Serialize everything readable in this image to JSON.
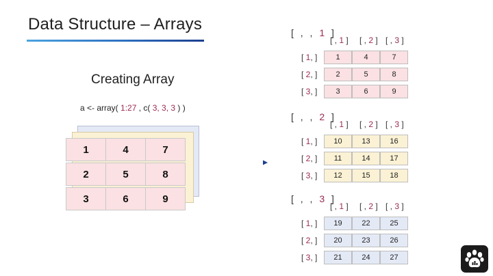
{
  "title": "Data Structure – Arrays",
  "subtitle": "Creating Array",
  "code": {
    "prefix": "a <- array( ",
    "range": "1:27",
    "mid": " , c( ",
    "dims": "3, 3, 3",
    "suffix": " ) )"
  },
  "front_matrix": [
    [
      "1",
      "4",
      "7"
    ],
    [
      "2",
      "5",
      "8"
    ],
    [
      "3",
      "6",
      "9"
    ]
  ],
  "col_headers": [
    {
      "open": "[ , ",
      "n": "1",
      "close": " ]"
    },
    {
      "open": "[ , ",
      "n": "2",
      "close": " ]"
    },
    {
      "open": "[ , ",
      "n": "3",
      "close": " ]"
    }
  ],
  "row_headers": [
    {
      "open": "[ ",
      "n": "1",
      "close": ", ]"
    },
    {
      "open": "[ ",
      "n": "2",
      "close": ", ]"
    },
    {
      "open": "[ ",
      "n": "3",
      "close": ", ]"
    }
  ],
  "slices": [
    {
      "label_open": "[ ,  , ",
      "label_n": "1",
      "label_close": " ]",
      "color": "#fbe1e3",
      "rows": [
        [
          "1",
          "4",
          "7"
        ],
        [
          "2",
          "5",
          "8"
        ],
        [
          "3",
          "6",
          "9"
        ]
      ]
    },
    {
      "label_open": "[ ,  , ",
      "label_n": "2",
      "label_close": " ]",
      "color": "#fbf1d4",
      "rows": [
        [
          "10",
          "13",
          "16"
        ],
        [
          "11",
          "14",
          "17"
        ],
        [
          "12",
          "15",
          "18"
        ]
      ]
    },
    {
      "label_open": "[ ,  , ",
      "label_n": "3",
      "label_close": " ]",
      "color": "#e4e9f6",
      "rows": [
        [
          "19",
          "22",
          "25"
        ],
        [
          "20",
          "23",
          "26"
        ],
        [
          "21",
          "24",
          "27"
        ]
      ]
    }
  ],
  "colors": {
    "accent_number": "#9b2a4e",
    "title_rule_start": "#4aa3df",
    "title_rule_end": "#1c3f8f"
  },
  "icons": {
    "logo": "paw-logo-icon",
    "arrow": "right-arrow-icon"
  }
}
